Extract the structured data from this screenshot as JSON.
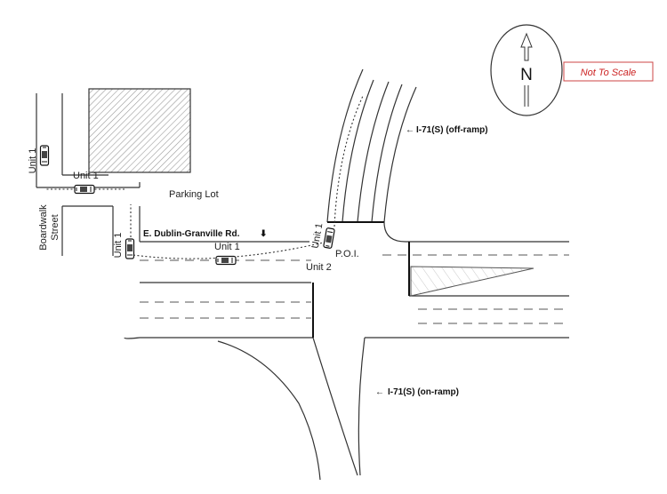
{
  "diagram": {
    "compass_letter": "N",
    "scale_note": "Not To Scale",
    "colors": {
      "line": "#333333",
      "scale_border": "#cc4444",
      "scale_text": "#cc2222",
      "hatch": "#9a9a9a"
    },
    "labels": {
      "offramp": "I-71(S) (off-ramp)",
      "onramp": "I-71(S) (on-ramp)",
      "road": "E. Dublin-Granville Rd.",
      "parking": "Parking Lot",
      "poi": "P.O.I.",
      "street_line1": "Boardwalk",
      "street_line2": "Street"
    },
    "arrows": {
      "left": "←",
      "down": "⬇"
    },
    "units": {
      "unit1": "Unit 1",
      "unit2": "Unit 2"
    }
  }
}
